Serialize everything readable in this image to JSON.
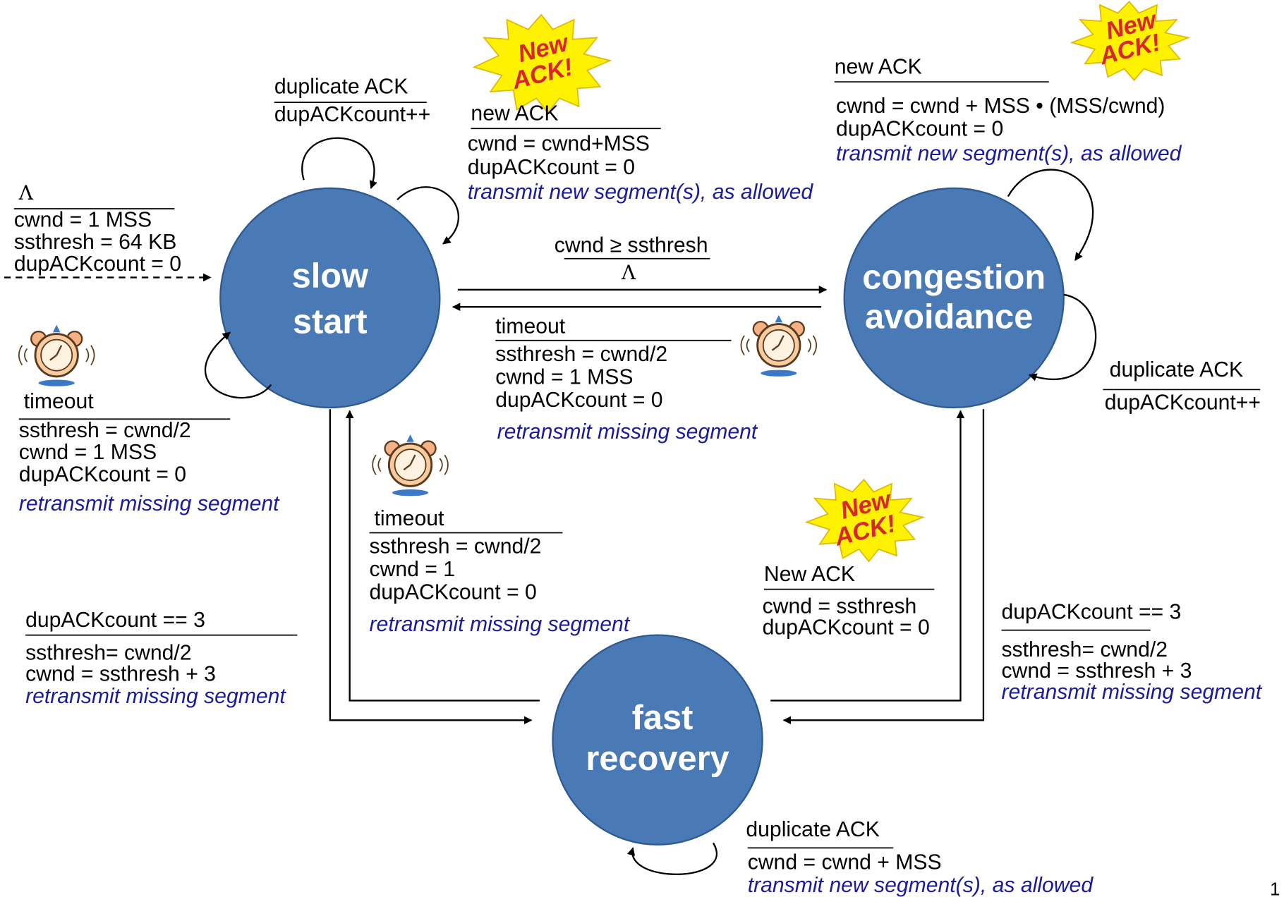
{
  "colors": {
    "state_fill": "#4a7ab6",
    "state_stroke": "#2e5a90",
    "action_text": "#1a1a9c",
    "burst_fill": "#fff200",
    "burst_text": "#d7262c"
  },
  "states": {
    "slow_start": [
      "slow",
      "start"
    ],
    "congestion_avoidance": [
      "congestion",
      "avoidance"
    ],
    "fast_recovery": [
      "fast",
      "recovery"
    ]
  },
  "burst_labels": [
    "New",
    "ACK!"
  ],
  "initial": {
    "event": "Λ",
    "lines": [
      "cwnd = 1 MSS",
      "ssthresh = 64 KB",
      "dupACKcount = 0"
    ]
  },
  "ss_dup": {
    "event": "duplicate ACK",
    "lines": [
      "dupACKcount++"
    ]
  },
  "ss_newack": {
    "event": "new ACK",
    "lines": [
      "cwnd = cwnd+MSS",
      "dupACKcount = 0"
    ],
    "action": "transmit new segment(s), as allowed"
  },
  "ss_timeout": {
    "event": "timeout",
    "lines": [
      "ssthresh = cwnd/2",
      "cwnd = 1 MSS",
      "dupACKcount = 0"
    ],
    "action": "retransmit missing segment"
  },
  "ss_to_ca": {
    "event": "cwnd ≥ ssthresh",
    "lines": [
      "Λ"
    ]
  },
  "ca_timeout": {
    "event": "timeout",
    "lines": [
      "ssthresh = cwnd/2",
      "cwnd = 1 MSS",
      "dupACKcount = 0"
    ],
    "action": "retransmit missing segment"
  },
  "ca_newack": {
    "event": "new ACK",
    "lines": [
      "cwnd = cwnd + MSS • (MSS/cwnd)",
      "dupACKcount = 0"
    ],
    "action": "transmit new segment(s), as allowed"
  },
  "ca_dup": {
    "event": "duplicate ACK",
    "lines": [
      "dupACKcount++"
    ]
  },
  "fr_timeout": {
    "event": "timeout",
    "lines": [
      "ssthresh = cwnd/2",
      "cwnd = 1",
      "dupACKcount = 0"
    ],
    "action": "retransmit missing segment"
  },
  "ss_to_fr": {
    "event": "dupACKcount == 3",
    "lines": [
      "ssthresh= cwnd/2",
      "cwnd = ssthresh + 3"
    ],
    "action": "retransmit missing segment"
  },
  "fr_to_ca": {
    "event": "New ACK",
    "lines": [
      "cwnd = ssthresh",
      "dupACKcount = 0"
    ]
  },
  "ca_to_fr": {
    "event": "dupACKcount == 3",
    "lines": [
      "ssthresh= cwnd/2",
      "cwnd = ssthresh + 3"
    ],
    "action": "retransmit missing segment"
  },
  "fr_dup": {
    "event": "duplicate ACK",
    "lines": [
      "cwnd = cwnd + MSS"
    ],
    "action": "transmit new segment(s), as allowed"
  },
  "page_number": "1"
}
